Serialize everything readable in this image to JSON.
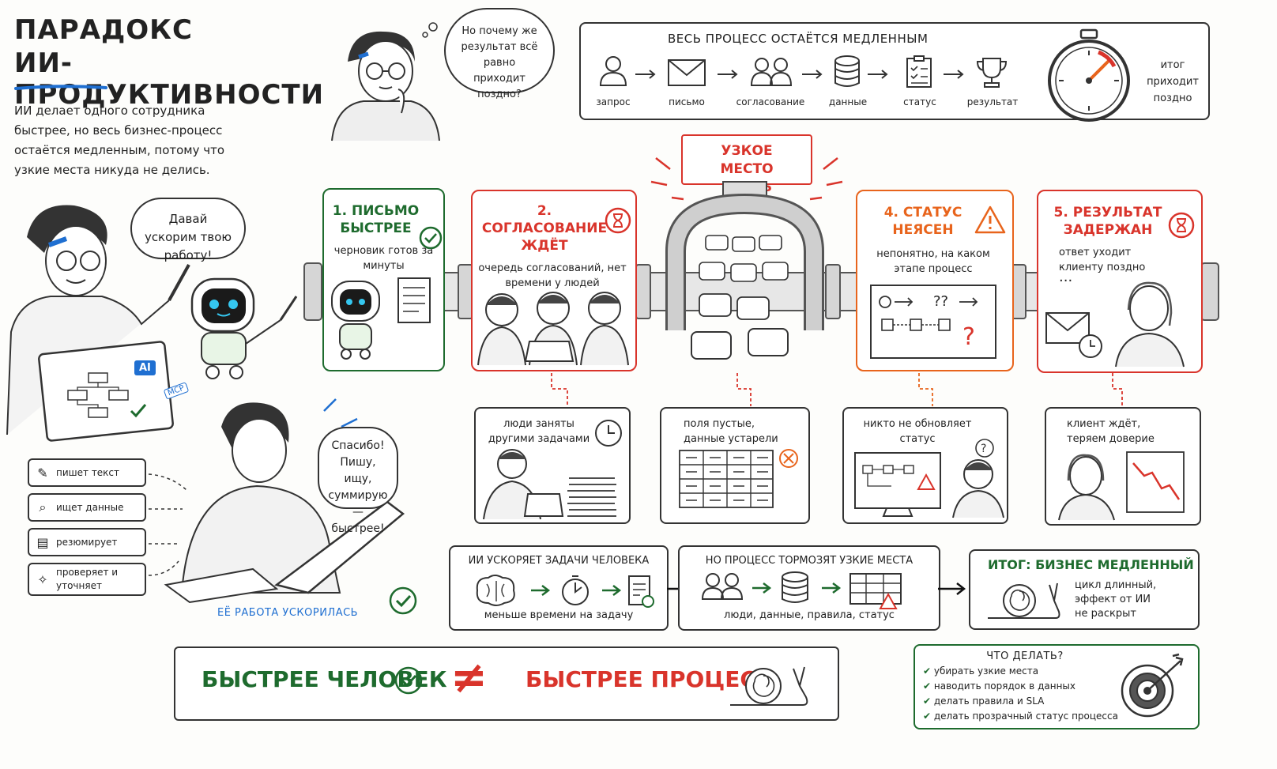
{
  "header": {
    "title_line1": "ПАРАДОКС",
    "title_line2": "ИИ-ПРОДУКТИВНОСТИ",
    "intro": "ИИ делает одного сотрудника быстрее, но весь бизнес-процесс остаётся медленным, потому что узкие места никуда не делись."
  },
  "thinker_bubble": "Но почему же результат всё равно приходит поздно?",
  "process_strip": {
    "title": "ВЕСЬ ПРОЦЕСС ОСТАЁТСЯ МЕДЛЕННЫМ",
    "steps": [
      "запрос",
      "письмо",
      "согласование",
      "данные",
      "статус",
      "результат"
    ],
    "outcome": "итог приходит поздно"
  },
  "left_scene": {
    "mentor_bubble": "Давай ускорим твою работу!",
    "laptop_badge": "AI",
    "robot_tag": "MCP",
    "worker_bubble": "Спасибо! Пишу, ищу, суммирую — быстрее!",
    "worker_caption": "ЕЁ РАБОТА УСКОРИЛАСЬ",
    "actions": [
      "пишет текст",
      "ищет данные",
      "резюмирует",
      "проверяет и уточняет"
    ]
  },
  "steps": [
    {
      "title": "1. ПИСЬМО БЫСТРЕЕ",
      "text": "черновик готов за минуты"
    },
    {
      "title": "2. СОГЛАСОВАНИЕ ЖДЁТ",
      "text": "очередь согласований, нет времени у людей"
    },
    {
      "title": "4. СТАТУС НЕЯСЕН",
      "text": "непонятно, на каком этапе процесс"
    },
    {
      "title": "5. РЕЗУЛЬТАТ ЗАДЕРЖАН",
      "text": "ответ уходит клиенту поздно"
    }
  ],
  "bottleneck_label": "УЗКОЕ МЕСТО ЗДЕСЬ",
  "status_diagram_text": "??",
  "subcards": [
    "люди заняты другими задачами",
    "поля пустые, данные устарели",
    "никто не обновляет статус",
    "клиент ждёт, теряем доверие"
  ],
  "flow": {
    "box1_title": "ИИ УСКОРЯЕТ ЗАДАЧИ ЧЕЛОВЕКА",
    "box1_caption": "меньше времени на задачу",
    "box2_title": "НО ПРОЦЕСС ТОРМОЗЯТ УЗКИЕ МЕСТА",
    "box2_caption": "люди, данные, правила, статус",
    "result_title": "ИТОГ: БИЗНЕС МЕДЛЕННЫЙ",
    "result_text": "цикл длинный, эффект от ИИ не раскрыт"
  },
  "banner": {
    "left": "БЫСТРЕЕ ЧЕЛОВЕК",
    "sign": "≠",
    "right": "БЫСТРЕЕ ПРОЦЕСС"
  },
  "todo": {
    "title": "ЧТО ДЕЛАТЬ?",
    "items": [
      "убирать узкие места",
      "наводить порядок в данных",
      "делать правила и SLA",
      "делать прозрачный статус процесса"
    ]
  },
  "colors": {
    "green": "#1e6b2e",
    "red": "#d9342b",
    "orange": "#e8641c",
    "blue": "#1f6fd1",
    "ink": "#222222"
  },
  "icons": [
    "person-icon",
    "envelope-icon",
    "people-icon",
    "database-icon",
    "checklist-icon",
    "trophy-icon",
    "stopwatch-icon",
    "check-icon",
    "hourglass-icon",
    "warning-icon",
    "clock-icon",
    "pencil-icon",
    "search-icon",
    "document-icon",
    "sparkle-icon",
    "brain-icon",
    "snail-icon",
    "target-icon"
  ]
}
